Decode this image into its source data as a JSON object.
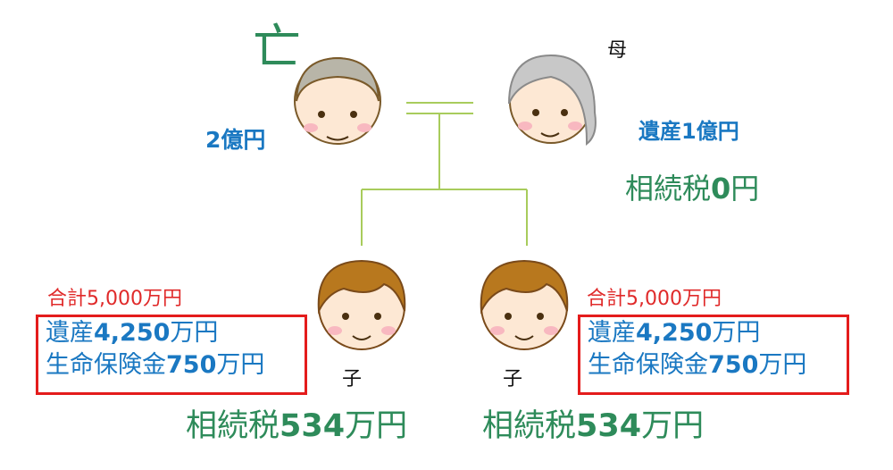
{
  "deceased_mark": "亡",
  "father": {
    "estate": "2億円"
  },
  "mother": {
    "label": "母",
    "estate": "遺産1億円",
    "tax_prefix": "相続税",
    "tax_value": "0",
    "tax_suffix": "円"
  },
  "children": [
    {
      "label": "子",
      "total": "合計5,000万円",
      "estate_prefix": "遺産",
      "estate_value": "4,250",
      "estate_suffix": "万円",
      "insurance_prefix": "生命保険金",
      "insurance_value": "750",
      "insurance_suffix": "万円",
      "tax_prefix": "相続税",
      "tax_value": "534",
      "tax_suffix": "万円"
    },
    {
      "label": "子",
      "total": "合計5,000万円",
      "estate_prefix": "遺産",
      "estate_value": "4,250",
      "estate_suffix": "万円",
      "insurance_prefix": "生命保険金",
      "insurance_value": "750",
      "insurance_suffix": "万円",
      "tax_prefix": "相続税",
      "tax_value": "534",
      "tax_suffix": "万円"
    }
  ],
  "colors": {
    "blue": "#1a78c2",
    "green": "#2e8b5a",
    "red": "#e02a2a",
    "line": "#a8cc5c"
  }
}
